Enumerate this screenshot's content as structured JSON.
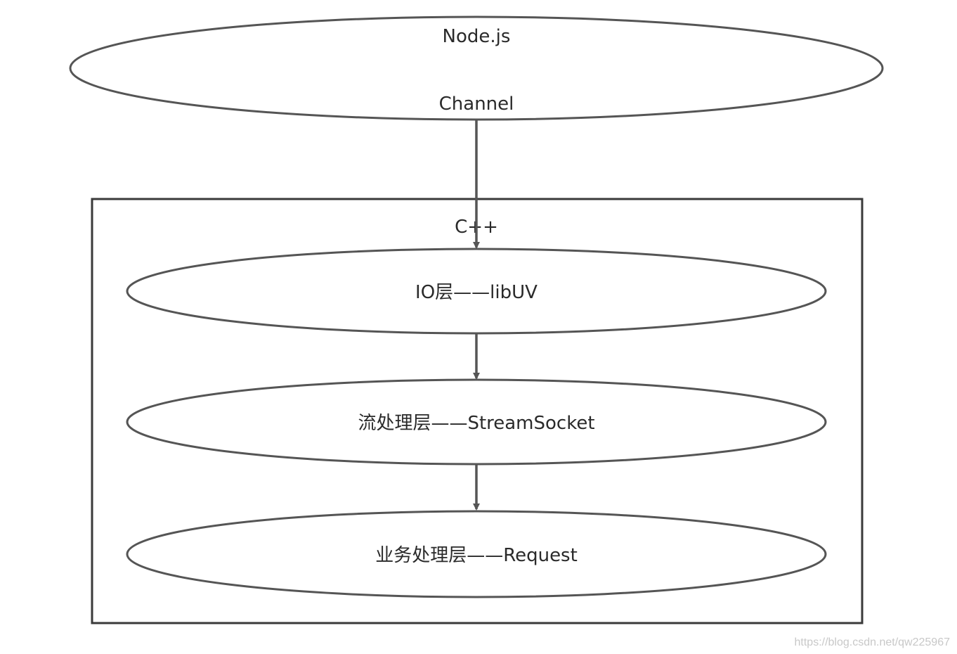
{
  "diagram": {
    "top_node": {
      "title": "Node.js",
      "subtitle": "Channel"
    },
    "container": {
      "label": "C++",
      "layers": [
        {
          "label": "IO层——libUV"
        },
        {
          "label": "流处理层——StreamSocket"
        },
        {
          "label": "业务处理层——Request"
        }
      ]
    },
    "watermark": "https://blog.csdn.net/qw225967"
  },
  "colors": {
    "stroke": "#555555",
    "text": "#2a2a2a",
    "watermark": "#c8c8c8",
    "background": "#ffffff"
  }
}
